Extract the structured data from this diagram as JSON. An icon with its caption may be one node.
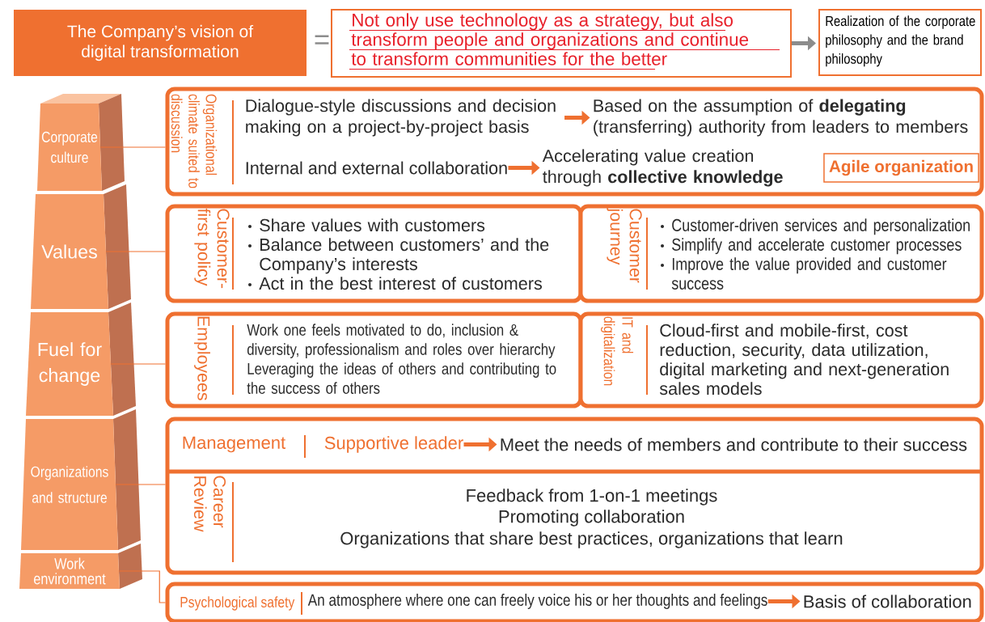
{
  "diagram": {
    "nodes": [
      {
        "text": [
          "The Company’s vision of digital transformation"
        ]
      },
      {
        "text": [
          "Not only use technology as a strategy, but also transform people and organizations and continue to transform communities for the better"
        ]
      },
      {
        "text": [
          "Realization of the corporate philosophy and the brand philosophy"
        ]
      },
      {
        "text": [
          "Corporate culture"
        ]
      },
      {
        "text": [
          "Values"
        ]
      },
      {
        "text": [
          "Fuel for change"
        ]
      },
      {
        "text": [
          "Organizations and structure"
        ]
      },
      {
        "text": [
          "Work environment"
        ]
      },
      {
        "text": [
          "Organizational climate suited to discussion"
        ]
      },
      {
        "text": [
          "Dialogue-style discussions and decision making on a project-by-project basis"
        ],
        "in": 8
      },
      {
        "text": [
          "Based on the assumption of **delegating** (transferring) authority from leaders to members"
        ],
        "in": 8
      },
      {
        "text": [
          "Internal and external collaboration"
        ],
        "in": 8
      },
      {
        "text": [
          "Accelerating value creation through **collective knowledge**"
        ],
        "in": 8
      },
      {
        "text": [
          "Agile organization"
        ],
        "in": 8
      },
      {
        "text": [
          "Customer-first policy",
          "Share values with customers",
          "Balance between customers’ and the Company’s interests",
          "Act in the best interest of customers"
        ]
      },
      {
        "text": [
          "Customer journey",
          "Customer-driven services and personalization",
          "Simplify and accelerate customer processes",
          "Improve the value provided and customer success"
        ]
      },
      {
        "text": [
          "Employees",
          "Work one feels motivated to do, inclusion & diversity, professionalism and roles over hierarchy",
          "Leveraging the ideas of others and contributing to the success of others"
        ]
      },
      {
        "text": [
          "IT and digitalization",
          "Cloud-first and mobile-first, cost reduction, security, data utilization, digital marketing and next-generation sales models"
        ]
      },
      {
        "text": [],
        "shape": "box"
      },
      {
        "text": [
          "Management"
        ],
        "in": 18
      },
      {
        "text": [
          "Supportive leader"
        ],
        "in": 18
      },
      {
        "text": [
          "Meet the needs of members and contribute to their success"
        ],
        "in": 18
      },
      {
        "text": [
          "Career Review",
          "Feedback from 1-on-1 meetings",
          "Promoting collaboration",
          "Organizations that share best practices, organizations that learn"
        ],
        "in": 18
      },
      {
        "text": [
          "Psychological safety"
        ]
      },
      {
        "text": [
          "An atmosphere where one can freely voice his or her thoughts and feelings"
        ],
        "in": 23
      },
      {
        "text": [
          "Basis of collaboration"
        ],
        "in": 23
      }
    ],
    "edges": [
      {
        "from": 1,
        "to": 2,
        "arrow": "to",
        "style": "thick",
        "color": "#8c8c8c"
      },
      {
        "from": 9,
        "to": 10,
        "arrow": "to",
        "style": "thick"
      },
      {
        "from": 11,
        "to": 12,
        "arrow": "to",
        "style": "thick"
      },
      {
        "from": 20,
        "to": 21,
        "arrow": "to",
        "style": "thick"
      },
      {
        "from": 24,
        "to": 25,
        "arrow": "to",
        "style": "thick"
      },
      {
        "from": 3,
        "to": 8,
        "arrow": "none"
      },
      {
        "from": 4,
        "to": 14,
        "arrow": "none"
      },
      {
        "from": 5,
        "to": 16,
        "arrow": "none"
      },
      {
        "from": 6,
        "to": 18,
        "arrow": "none"
      },
      {
        "from": 7,
        "to": 23,
        "arrow": "none"
      }
    ],
    "labels": [
      "="
    ]
  }
}
